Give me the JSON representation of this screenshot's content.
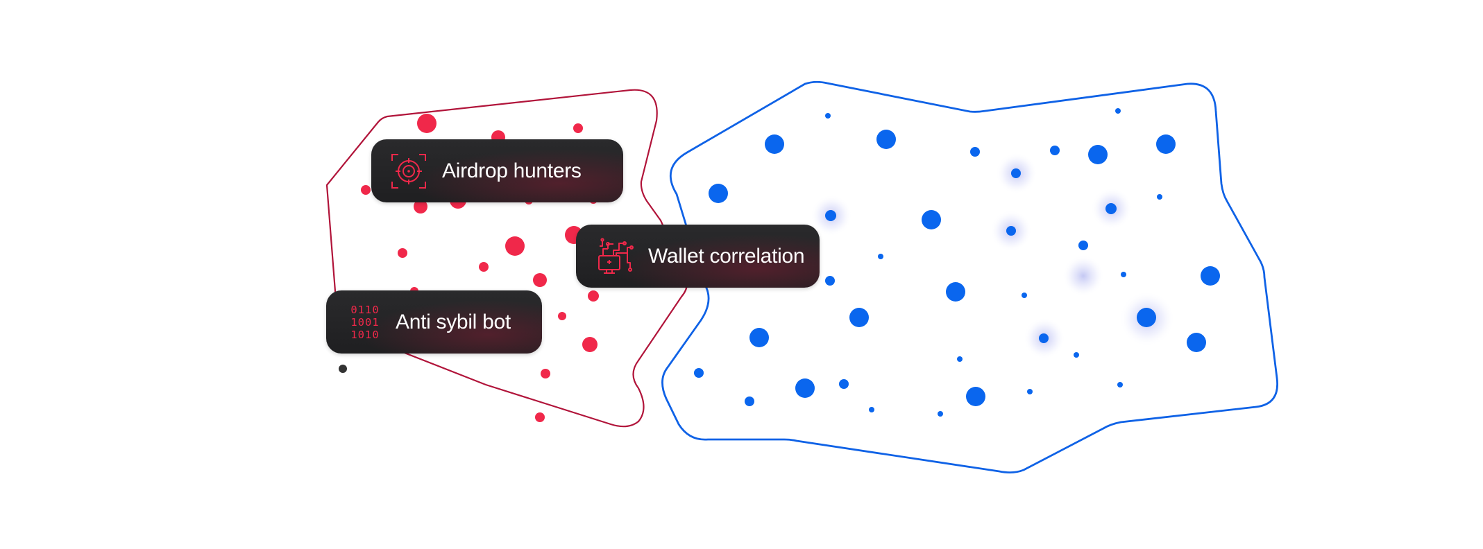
{
  "labels": {
    "airdrop_hunters": "Airdrop hunters",
    "wallet_correlation": "Wallet correlation",
    "anti_sybil_bot": "Anti sybil bot"
  },
  "icons": {
    "airdrop_hunters": "crosshair-target-icon",
    "wallet_correlation": "circuit-monitor-icon",
    "anti_sybil_bot": "binary-code-icon"
  },
  "binary_rows": [
    "0110",
    "1001",
    "1010"
  ],
  "colors": {
    "red_accent": "#f0284a",
    "red_outline": "#b1143a",
    "blue_accent": "#0a66ee",
    "blue_outline": "#0f62e6",
    "pill_background": "#232325",
    "pill_text": "#ffffff",
    "stray_dot": "#333333"
  }
}
